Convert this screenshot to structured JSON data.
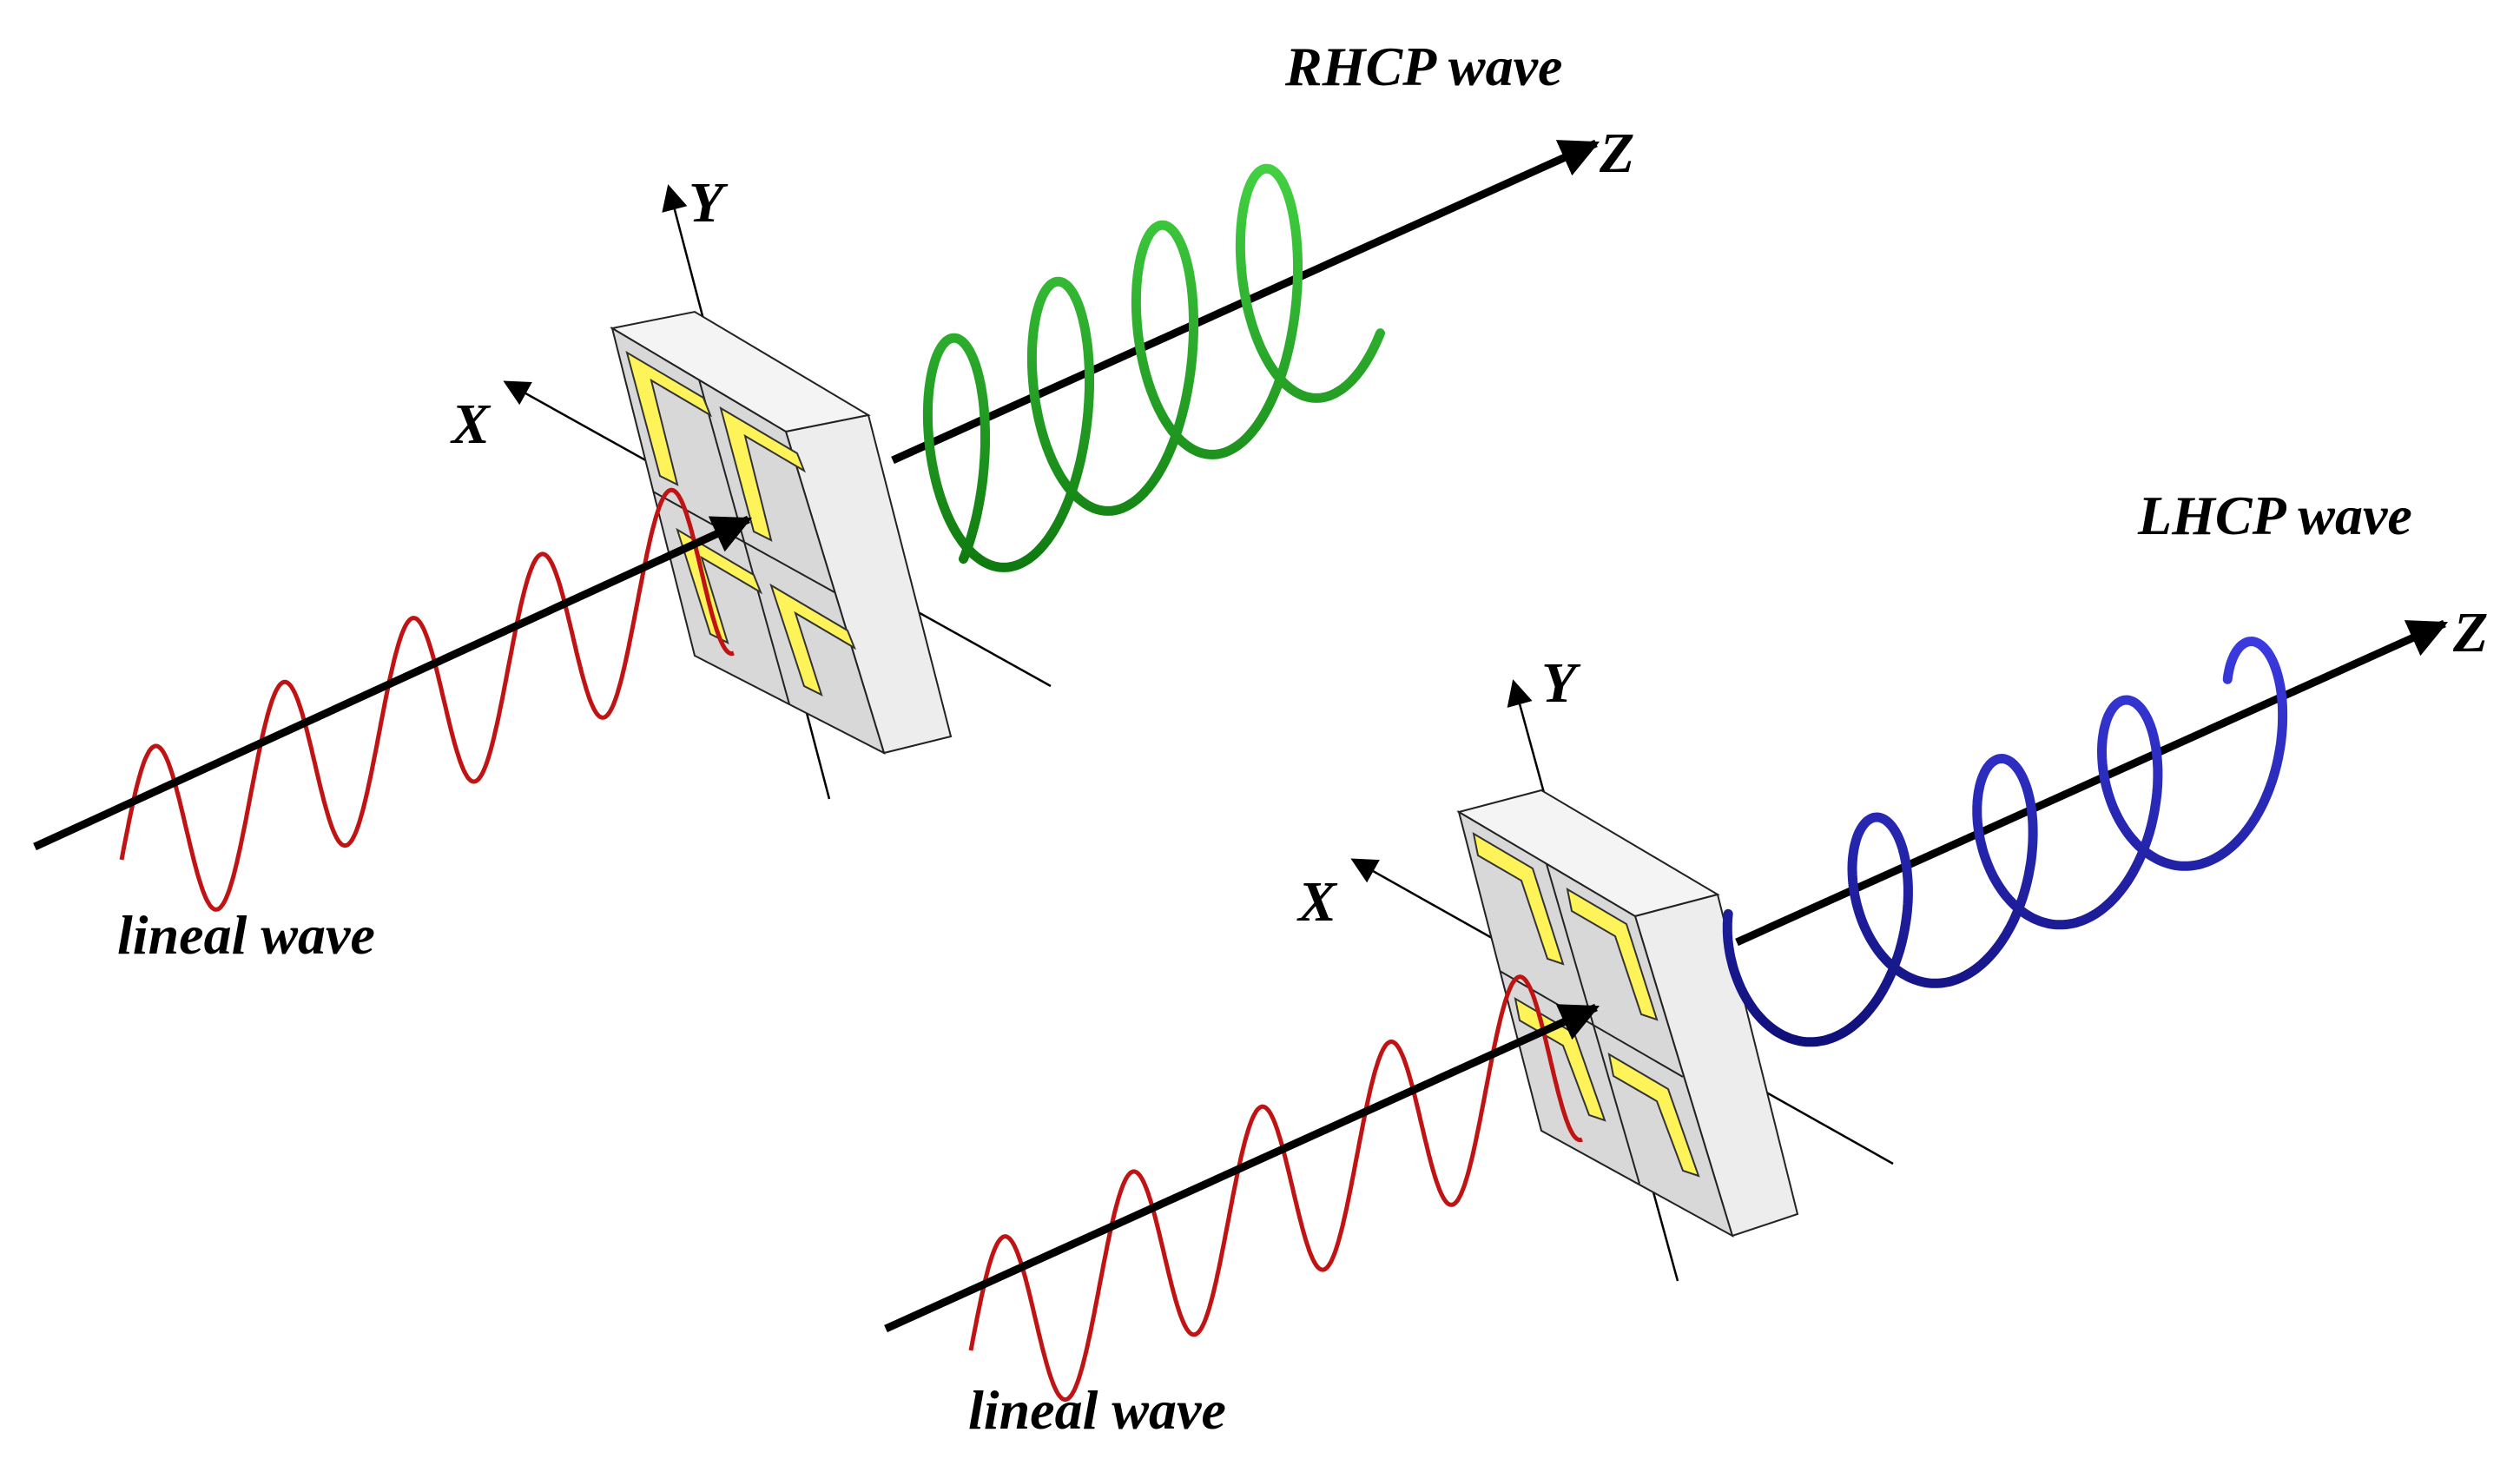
{
  "colors": {
    "linear_wave": "#c01414",
    "rhcp_wave": "#1aa51a",
    "lhcp_wave": "#1a1ab0",
    "axis": "#000000",
    "substrate_front": "#d9d9d9",
    "substrate_side": "#efefef",
    "substrate_top": "#f4f4f4",
    "patch": "#fff35a",
    "patch_edge": "#444444"
  },
  "upper": {
    "output_label": "RHCP wave",
    "input_label": "lineal wave",
    "axes": {
      "x": "X",
      "y": "Y",
      "z": "Z"
    }
  },
  "lower": {
    "output_label": "LHCP wave",
    "input_label": "lineal wave",
    "axes": {
      "x": "X",
      "y": "Y",
      "z": "Z"
    }
  }
}
